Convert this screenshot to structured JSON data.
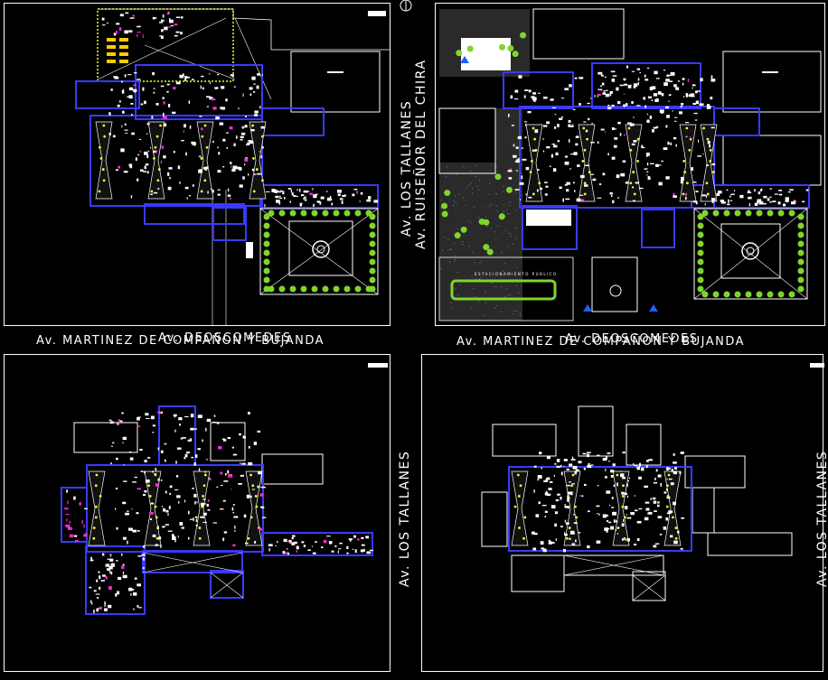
{
  "sheet": {
    "colors": {
      "background": "#000000",
      "frame": "#ffffff",
      "wall": "#3a3aff",
      "plaza": "#ffffff",
      "planter": "#f0ff33",
      "tree": "#7fd62a",
      "furniture": "#ffffff",
      "accent": "#ff2bd6",
      "parking": "#ffcc00",
      "arrow": "#1f5dff",
      "hatch": "#9a9a9a"
    },
    "streets": {
      "tl_bottom_a": "Av. MARTINEZ DE COMPAÑON Y BUJANDA",
      "tl_bottom_b": "Av. DEOSCOMEDES",
      "tl_right": "Av. LOS TALLANES",
      "tr_bottom_a": "Av. MARTINEZ DE COMPAÑON Y BUJANDA",
      "tr_bottom_b": "Av. DEOSCOMEDES",
      "tr_left": "Av. RUISEÑOR DEL CHIRA",
      "bl_right": "Av. LOS TALLANES",
      "br_right": "Av. LOS TALLANES"
    },
    "parking_label": "ESTACIONAMIENTO PUBLICO"
  }
}
